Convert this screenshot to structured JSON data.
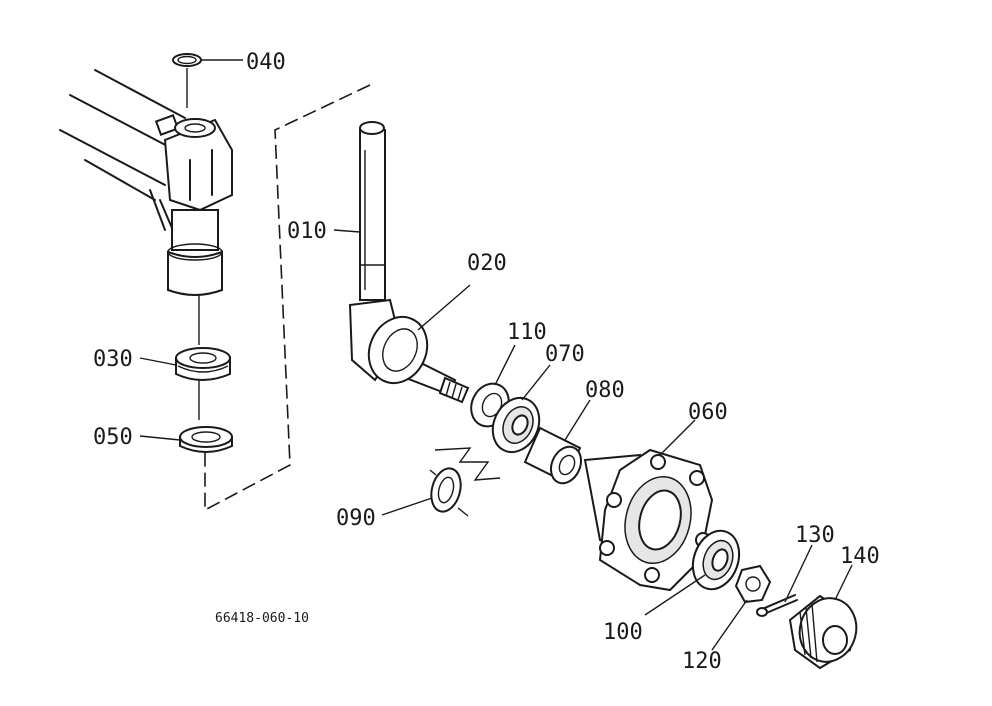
{
  "diagram": {
    "reference_code": "66418-060-10",
    "parts": [
      {
        "number": "040"
      },
      {
        "number": "010"
      },
      {
        "number": "020"
      },
      {
        "number": "030"
      },
      {
        "number": "050"
      },
      {
        "number": "110"
      },
      {
        "number": "070"
      },
      {
        "number": "080"
      },
      {
        "number": "060"
      },
      {
        "number": "090"
      },
      {
        "number": "130"
      },
      {
        "number": "140"
      },
      {
        "number": "100"
      },
      {
        "number": "120"
      }
    ]
  }
}
